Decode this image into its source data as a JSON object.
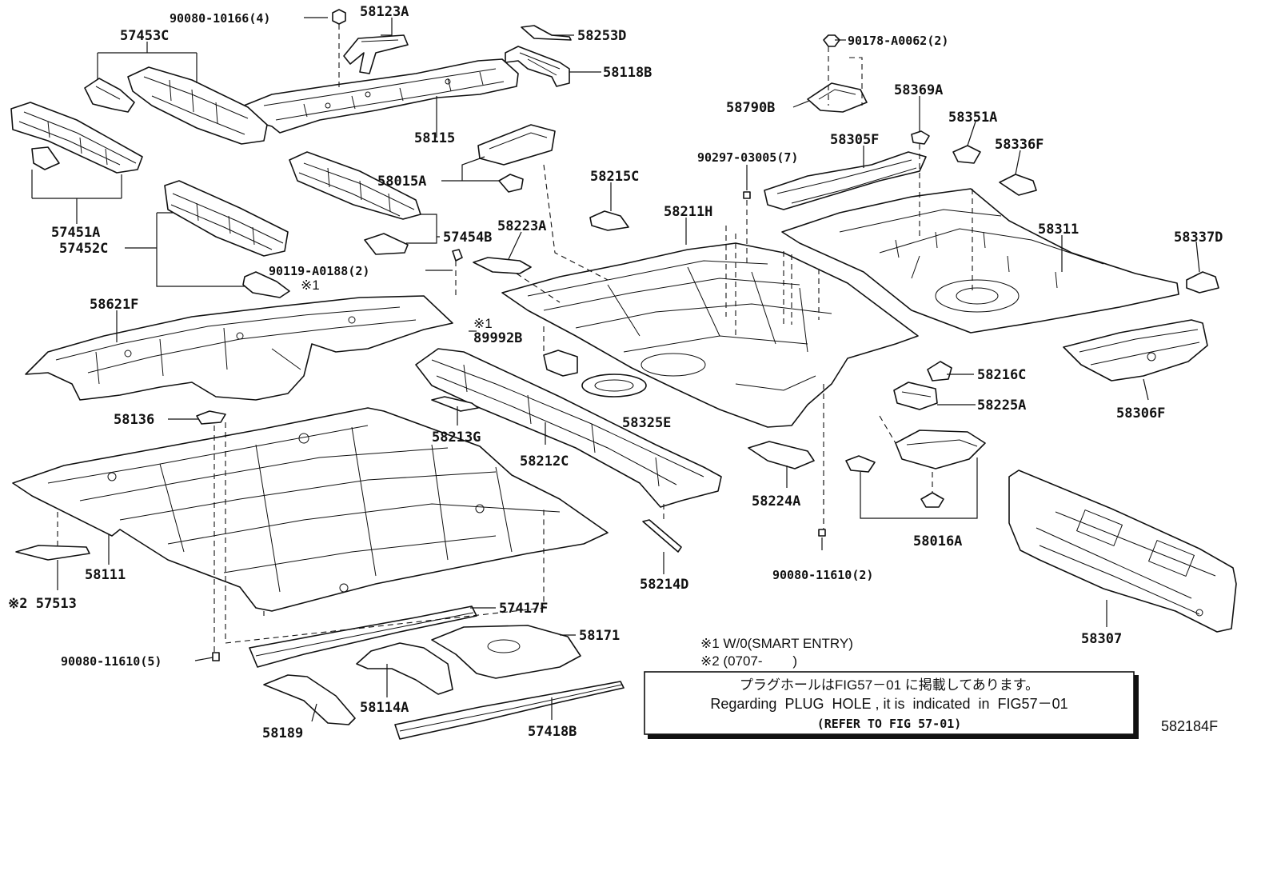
{
  "diagram_id": "582184F",
  "labels": {
    "p90080_10166": "90080-10166(4)",
    "p58123A": "58123A",
    "p58253D": "58253D",
    "p57453C": "57453C",
    "p58118B": "58118B",
    "p90178_A0062": "90178-A0062(2)",
    "p58369A": "58369A",
    "p58790B": "58790B",
    "p58351A": "58351A",
    "p58115": "58115",
    "p58305F": "58305F",
    "p58336F": "58336F",
    "p90297_03005": "90297-03005(7)",
    "p58015A": "58015A",
    "p58215C": "58215C",
    "p57451A": "57451A",
    "p58211H": "58211H",
    "p58311": "58311",
    "p57452C": "57452C",
    "p58223A": "58223A",
    "p57454B": "57454B",
    "p58337D": "58337D",
    "p90119_A0188": "90119-A0188(2)",
    "p_star1_a": "※1",
    "p58621F": "58621F",
    "p_star1_b": "※1",
    "p89992B": "89992B",
    "p58216C": "58216C",
    "p58225A": "58225A",
    "p58325E": "58325E",
    "p58306F": "58306F",
    "p58136": "58136",
    "p58213G": "58213G",
    "p58212C": "58212C",
    "p58224A": "58224A",
    "p58016A": "58016A",
    "p58111": "58111",
    "p58214D": "58214D",
    "p90080_11610_2": "90080-11610(2)",
    "p57513": "※2 57513",
    "p57417F": "57417F",
    "p58307": "58307",
    "p58171": "58171",
    "p90080_11610_5": "90080-11610(5)",
    "p58114A": "58114A",
    "p58189": "58189",
    "p57418B": "57418B"
  },
  "notes": {
    "note1": "※1 W/0(SMART ENTRY)",
    "note2": "※2 (0707-        )"
  },
  "reference_box": {
    "line1": "プラグホールはFIG57－01 に掲載してあります。",
    "line2": "Regarding  PLUG  HOLE , it is  indicated  in  FIG57－01",
    "line3": "(REFER TO FIG 57-01)"
  }
}
